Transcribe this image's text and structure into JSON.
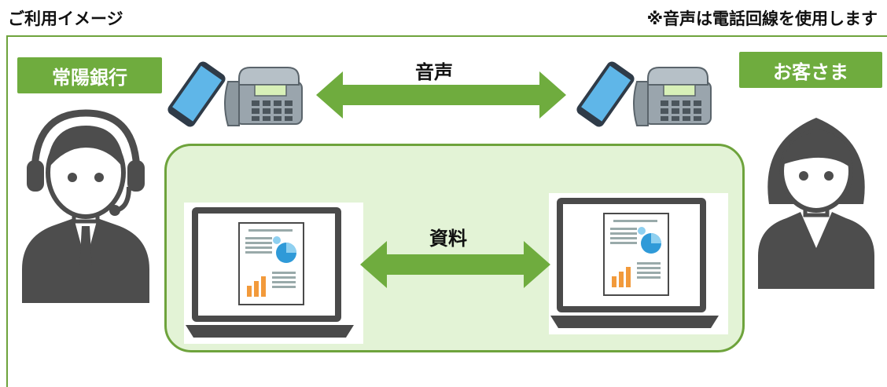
{
  "header": {
    "title": "ご利用イメージ",
    "note": "※音声は電話回線を使用します"
  },
  "parties": {
    "bank": "常陽銀行",
    "customer": "お客さま"
  },
  "channels": {
    "voice": "音声",
    "documents": "資料"
  },
  "colors": {
    "green": "#6fac3e",
    "frame": "#6ea33c",
    "panel": "#e3f3d6",
    "person": "#4d4d4d"
  }
}
